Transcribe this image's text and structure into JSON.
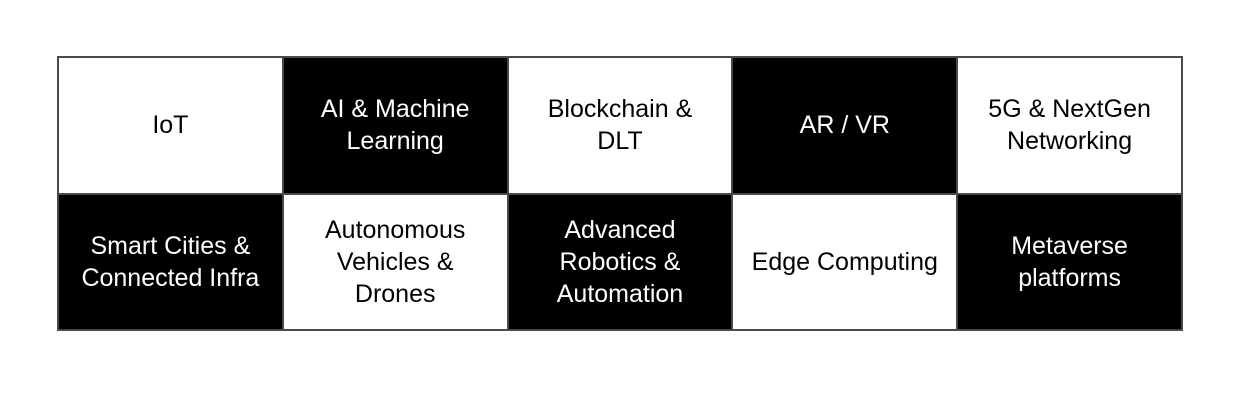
{
  "colors": {
    "border": "#4a4a4a",
    "cell_light_bg": "#ffffff",
    "cell_light_text": "#000000",
    "cell_dark_bg": "#000000",
    "cell_dark_text": "#ffffff"
  },
  "grid": {
    "rows": [
      {
        "cells": [
          {
            "label": "IoT",
            "style": "light"
          },
          {
            "label": "AI & Machine\nLearning",
            "style": "dark"
          },
          {
            "label": "Blockchain &\nDLT",
            "style": "light"
          },
          {
            "label": "AR / VR",
            "style": "dark"
          },
          {
            "label": "5G & NextGen\nNetworking",
            "style": "light"
          }
        ]
      },
      {
        "cells": [
          {
            "label": "Smart Cities &\nConnected Infra",
            "style": "dark"
          },
          {
            "label": "Autonomous\nVehicles &\nDrones",
            "style": "light"
          },
          {
            "label": "Advanced\nRobotics &\nAutomation",
            "style": "dark"
          },
          {
            "label": "Edge Computing",
            "style": "light"
          },
          {
            "label": "Metaverse\nplatforms",
            "style": "dark"
          }
        ]
      }
    ]
  }
}
